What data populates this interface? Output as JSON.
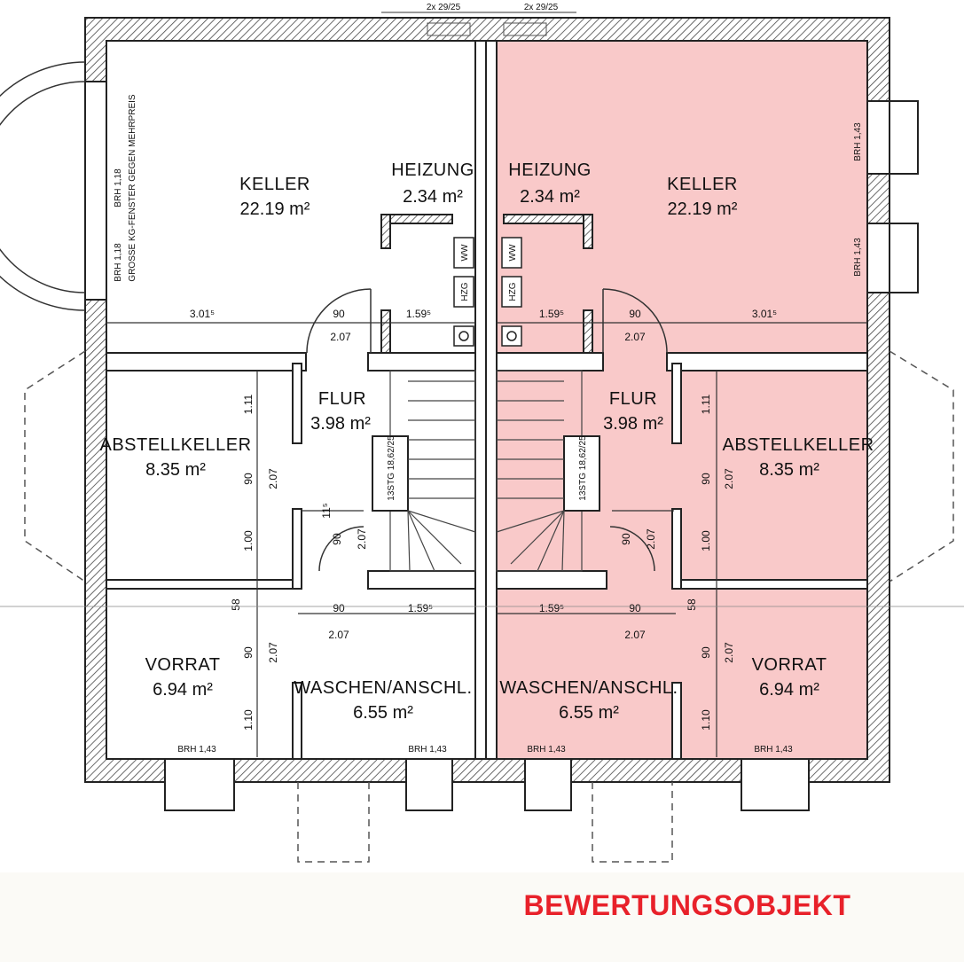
{
  "top_dims": {
    "left": "2x 29/25",
    "right": "2x 29/25"
  },
  "left_unit": {
    "keller": {
      "name": "KELLER",
      "area": "22.19 m²"
    },
    "heizung": {
      "name": "HEIZUNG",
      "area": "2.34 m²"
    },
    "flur": {
      "name": "FLUR",
      "area": "3.98 m²"
    },
    "abstellkeller": {
      "name": "ABSTELLKELLER",
      "area": "8.35 m²"
    },
    "vorrat": {
      "name": "VORRAT",
      "area": "6.94 m²"
    },
    "waschen": {
      "name": "WASCHEN/ANSCHL.",
      "area": "6.55 m²"
    },
    "brh_1": "BRH 1,18",
    "brh_1_note": "GROSSE KG-FENSTER GEGEN MEHRPREIS",
    "brh_2": "BRH 1,18",
    "brh_bottom_1": "BRH 1,43",
    "brh_bottom_2": "BRH 1,43",
    "stair": "13STG 18,62/25",
    "ww": "WW",
    "hzg": "HZG"
  },
  "right_unit": {
    "keller": {
      "name": "KELLER",
      "area": "22.19 m²"
    },
    "heizung": {
      "name": "HEIZUNG",
      "area": "2.34 m²"
    },
    "flur": {
      "name": "FLUR",
      "area": "3.98 m²"
    },
    "abstellkeller": {
      "name": "ABSTELLKELLER",
      "area": "8.35 m²"
    },
    "vorrat": {
      "name": "VORRAT",
      "area": "6.94 m²"
    },
    "waschen": {
      "name": "WASCHEN/ANSCHL.",
      "area": "6.55 m²"
    },
    "brh_1": "BRH 1,43",
    "brh_2": "BRH 1,43",
    "brh_bottom_1": "BRH 1,43",
    "brh_bottom_2": "BRH 1,43",
    "stair": "13STG 18,62/25",
    "ww": "WW",
    "hzg": "HZG"
  },
  "dims": {
    "d301": "3.01⁵",
    "d90": "90",
    "d159": "1.59⁵",
    "d207": "2.07",
    "d111": "1.11",
    "d100": "1.00",
    "d58": "58",
    "d110": "1.10",
    "d117": "11⁵"
  },
  "highlight_color": "#f9c9c9",
  "caption_color": "#e8212a",
  "caption": "BEWERTUNGSOBJEKT"
}
